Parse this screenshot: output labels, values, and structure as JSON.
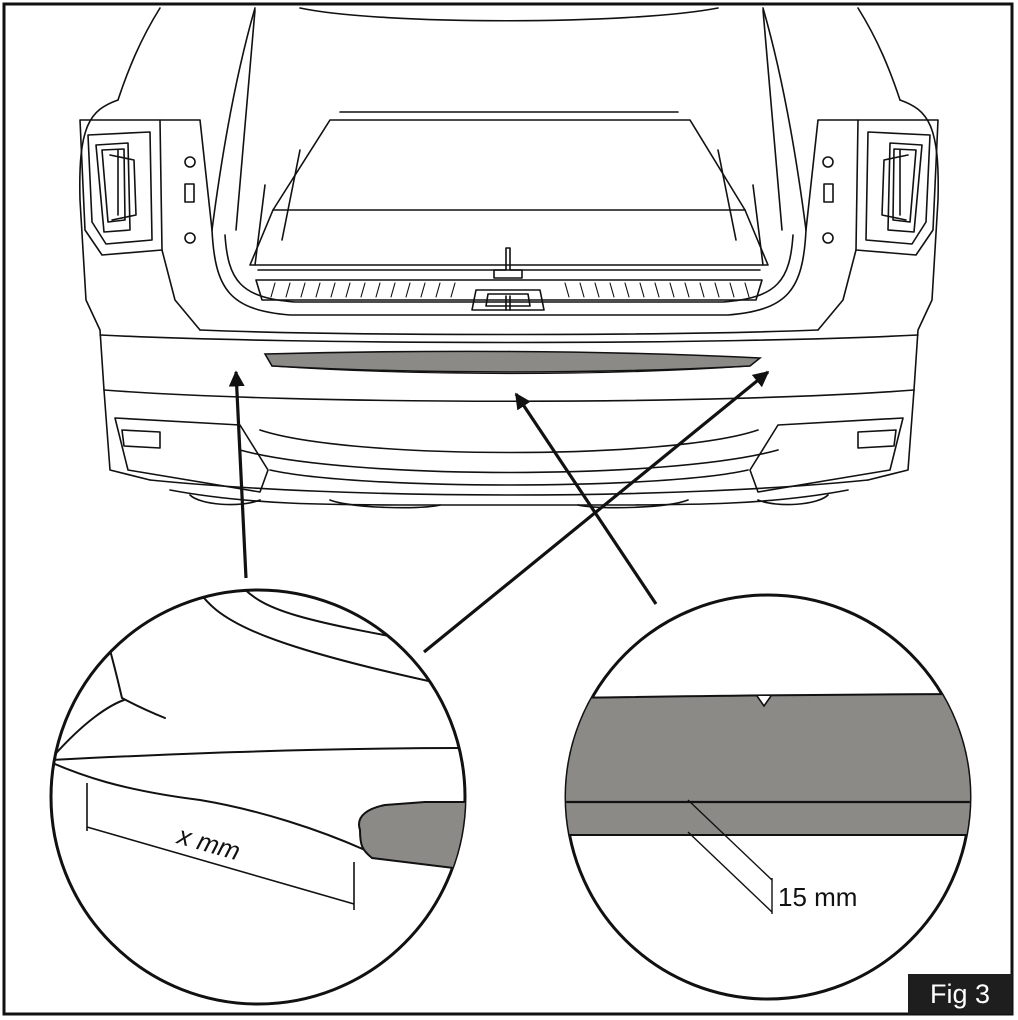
{
  "figure": {
    "label": "Fig 3",
    "left_detail_label": "x mm",
    "right_detail_label": "15 mm"
  },
  "colors": {
    "line": "#111111",
    "protector_fill": "#8c8a86",
    "background": "#ffffff",
    "label_box": "#1e1e1e"
  }
}
